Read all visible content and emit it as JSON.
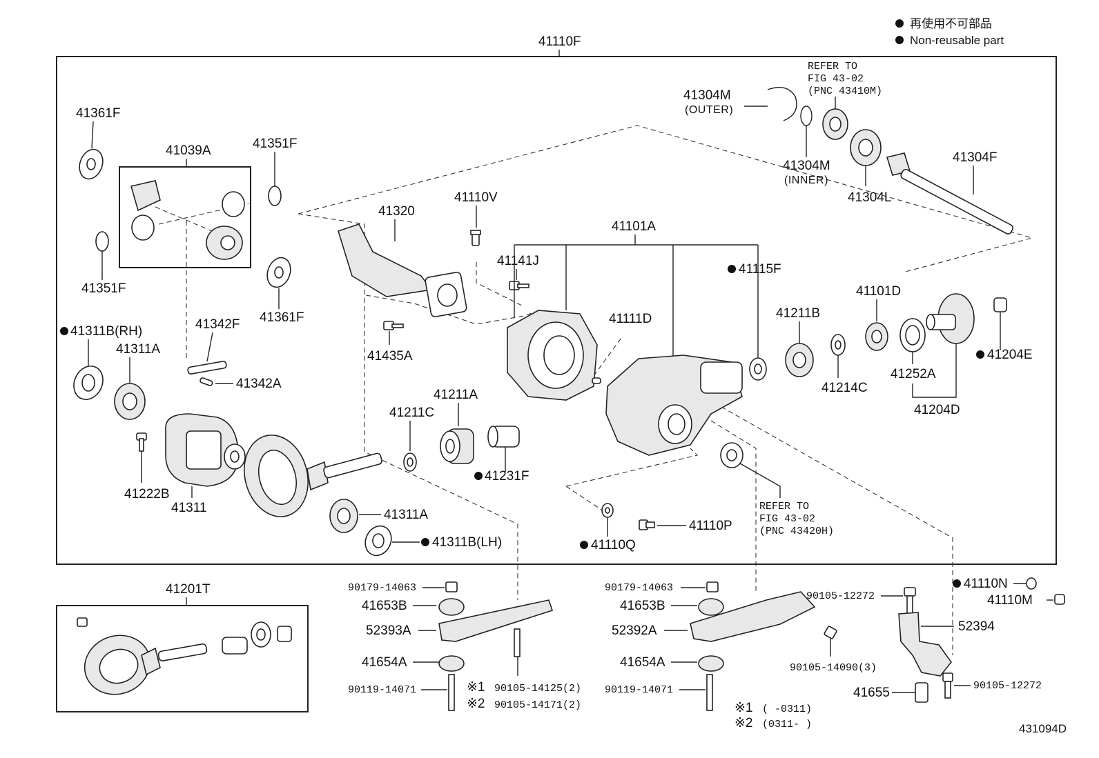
{
  "legend": {
    "line1": "再使用不可部品",
    "line2": "Non-reusable part"
  },
  "figure_code": "431094D",
  "labels": {
    "asm_top": "41110F",
    "l41361f_a": "41361F",
    "l41039a": "41039A",
    "l41351f_a": "41351F",
    "l41351f_b": "41351F",
    "l41361f_b": "41361F",
    "l41320": "41320",
    "l41110v": "41110V",
    "l41101a": "41101A",
    "l41141j": "41141J",
    "l41115f": "41115F",
    "l41304m_o": "41304M",
    "l41304m_o_sub": "(OUTER)",
    "l41304m_i": "41304M",
    "l41304m_i_sub": "(INNER)",
    "l41304l": "41304L",
    "l41304f": "41304F",
    "l41311b_rh": "41311B(RH)",
    "l41311a_a": "41311A",
    "l41342f": "41342F",
    "l41342a": "41342A",
    "l41435a": "41435A",
    "l41111d": "41111D",
    "l41211b": "41211B",
    "l41101d": "41101D",
    "l41214c": "41214C",
    "l41252a": "41252A",
    "l41204e": "41204E",
    "l41204d": "41204D",
    "l41211c": "41211C",
    "l41211a": "41211A",
    "l41231f": "41231F",
    "l41222b": "41222B",
    "l41311": "41311",
    "l41311a_b": "41311A",
    "l41311b_lh": "41311B(LH)",
    "l41110q": "41110Q",
    "l41110p": "41110P",
    "l41201t": "41201T",
    "l90179_a": "90179-14063",
    "l41653b_a": "41653B",
    "l52393a": "52393A",
    "l41654a_a": "41654A",
    "l90119_a": "90119-14071",
    "l90105_14125": "90105-14125(2)",
    "l90105_14171": "90105-14171(2)",
    "mark1_a": "※1",
    "mark2_a": "※2",
    "l90179_b": "90179-14063",
    "l41653b_b": "41653B",
    "l52392a": "52392A",
    "l41654a_b": "41654A",
    "l90119_b": "90119-14071",
    "l90105_14090": "90105-14090(3)",
    "mark1_b": "※1",
    "mark2_b": "※2",
    "range1": "(      -0311)",
    "range2": "(0311-      )",
    "l41110n": "41110N",
    "l41110m": "41110M",
    "l90105_12272_a": "90105-12272",
    "l52394": "52394",
    "l41655": "41655",
    "l90105_12272_b": "90105-12272"
  },
  "notes": {
    "refer1_l1": "REFER TO",
    "refer1_l2": "FIG 43-02",
    "refer1_l3": "(PNC 43410M)",
    "refer2_l1": "REFER TO",
    "refer2_l2": "FIG 43-02",
    "refer2_l3": "(PNC 43420H)"
  }
}
